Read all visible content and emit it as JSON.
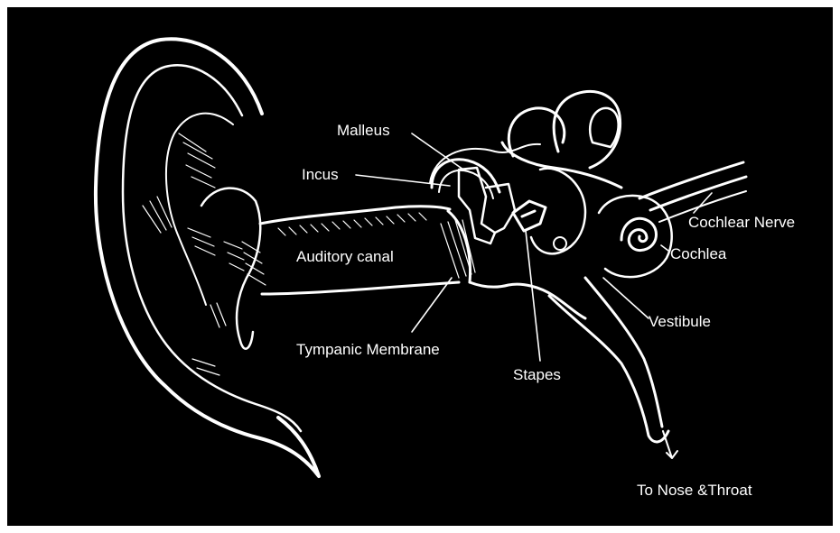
{
  "labels": {
    "malleus": "Malleus",
    "incus": "Incus",
    "auditory_canal": "Auditory canal",
    "tympanic_membrane": "Tympanic Membrane",
    "stapes": "Stapes",
    "cochlear_nerve": "Cochlear Nerve",
    "cochlea": "Cochlea",
    "vestibule": "Vestibule",
    "to_nose_throat": "To Nose &Throat"
  },
  "colors": {
    "background": "#000000",
    "line": "#ffffff",
    "frame": "#ffffff"
  }
}
